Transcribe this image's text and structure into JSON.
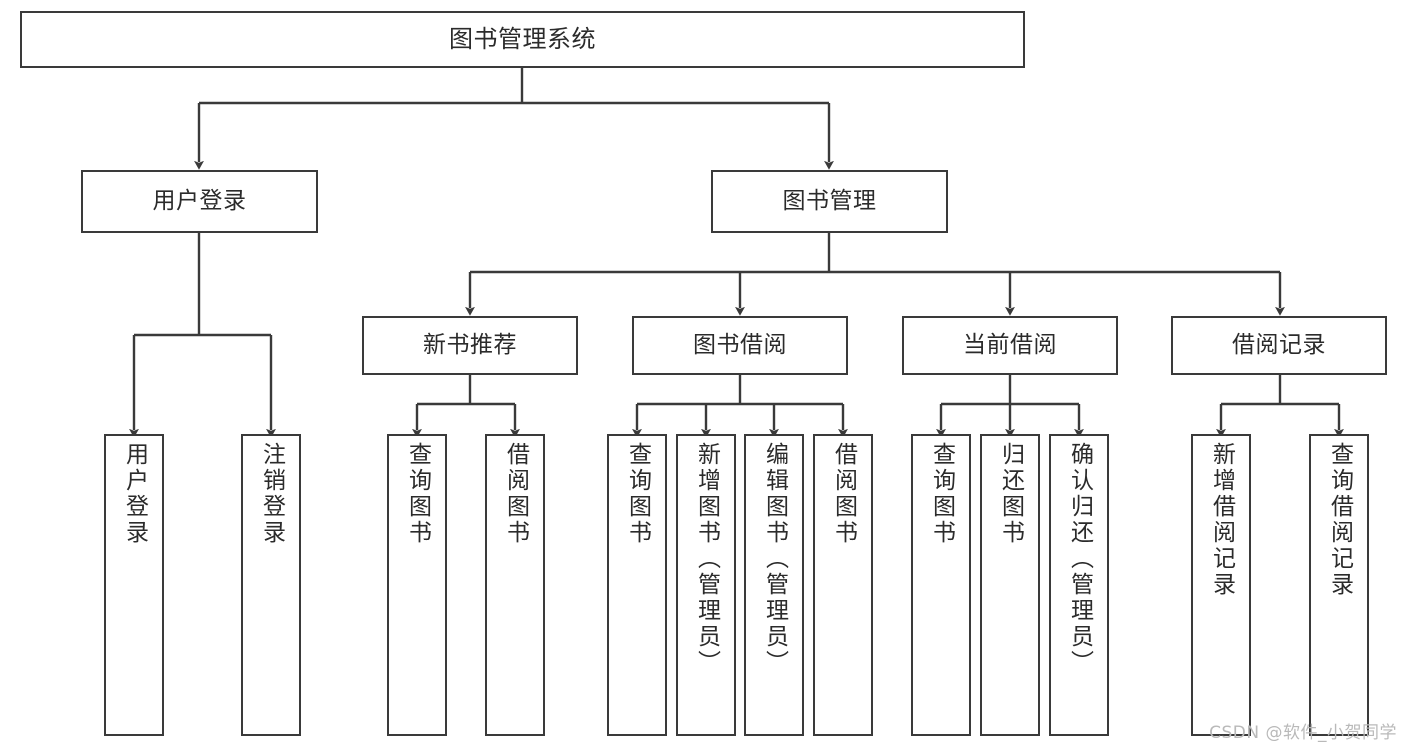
{
  "diagram": {
    "type": "tree-hierarchy",
    "title": "图书管理系统",
    "watermark": "CSDN @软件_小贺同学",
    "colors": {
      "box_border": "#3a3a3a",
      "box_fill": "#ffffff",
      "edge": "#3a3a3a",
      "text": "#2b2b2b",
      "watermark": "#b9b9b9",
      "background": "#ffffff"
    },
    "nodes": {
      "root": {
        "label": "图书管理系统"
      },
      "tier2": [
        {
          "id": "user-login",
          "label": "用户登录"
        },
        {
          "id": "book-management",
          "label": "图书管理"
        }
      ],
      "tier3": [
        {
          "id": "new-book-recommend",
          "label": "新书推荐"
        },
        {
          "id": "book-borrow",
          "label": "图书借阅"
        },
        {
          "id": "current-borrow",
          "label": "当前借阅"
        },
        {
          "id": "borrow-record",
          "label": "借阅记录"
        }
      ],
      "leaves": {
        "user-login": [
          {
            "id": "leaf-user-login",
            "label": "用户登录"
          },
          {
            "id": "leaf-logout-login",
            "label": "注销登录"
          }
        ],
        "new-book-recommend": [
          {
            "id": "leaf-query-book-1",
            "label": "查询图书"
          },
          {
            "id": "leaf-borrow-book-1",
            "label": "借阅图书"
          }
        ],
        "book-borrow": [
          {
            "id": "leaf-query-book-2",
            "label": "查询图书"
          },
          {
            "id": "leaf-add-book-admin",
            "label": "新增图书（管理员）"
          },
          {
            "id": "leaf-edit-book-admin",
            "label": "编辑图书（管理员）"
          },
          {
            "id": "leaf-borrow-book-2",
            "label": "借阅图书"
          }
        ],
        "current-borrow": [
          {
            "id": "leaf-query-book-3",
            "label": "查询图书"
          },
          {
            "id": "leaf-return-book",
            "label": "归还图书"
          },
          {
            "id": "leaf-confirm-return-admin",
            "label": "确认归还（管理员）"
          }
        ],
        "borrow-record": [
          {
            "id": "leaf-add-borrow-record",
            "label": "新增借阅记录"
          },
          {
            "id": "leaf-query-borrow-record",
            "label": "查询借阅记录"
          }
        ]
      }
    }
  }
}
